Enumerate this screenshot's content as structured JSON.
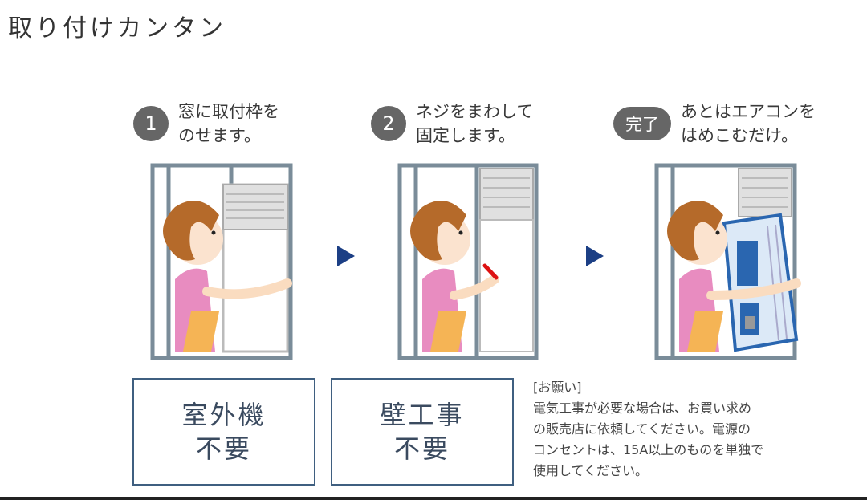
{
  "title": "取り付けカンタン",
  "steps": [
    {
      "badge": "1",
      "text": "窓に取付枠を\nのせます。"
    },
    {
      "badge": "2",
      "text": "ネジをまわして\n固定します。"
    },
    {
      "badge": "完了",
      "text": "あとはエアコンを\nはめこむだけ。"
    }
  ],
  "features": [
    {
      "label": "室外機\n不要"
    },
    {
      "label": "壁工事\n不要"
    }
  ],
  "note": {
    "heading": "[お願い]",
    "body": "電気工事が必要な場合は、お買い求め\nの販売店に依頼してください。電源の\nコンセントは、15A以上のものを単独で\n使用してください。"
  },
  "colors": {
    "accent": "#1c3f85",
    "badge": "#666666",
    "frame": "#7a8c99",
    "box_border": "#3f5f80"
  }
}
